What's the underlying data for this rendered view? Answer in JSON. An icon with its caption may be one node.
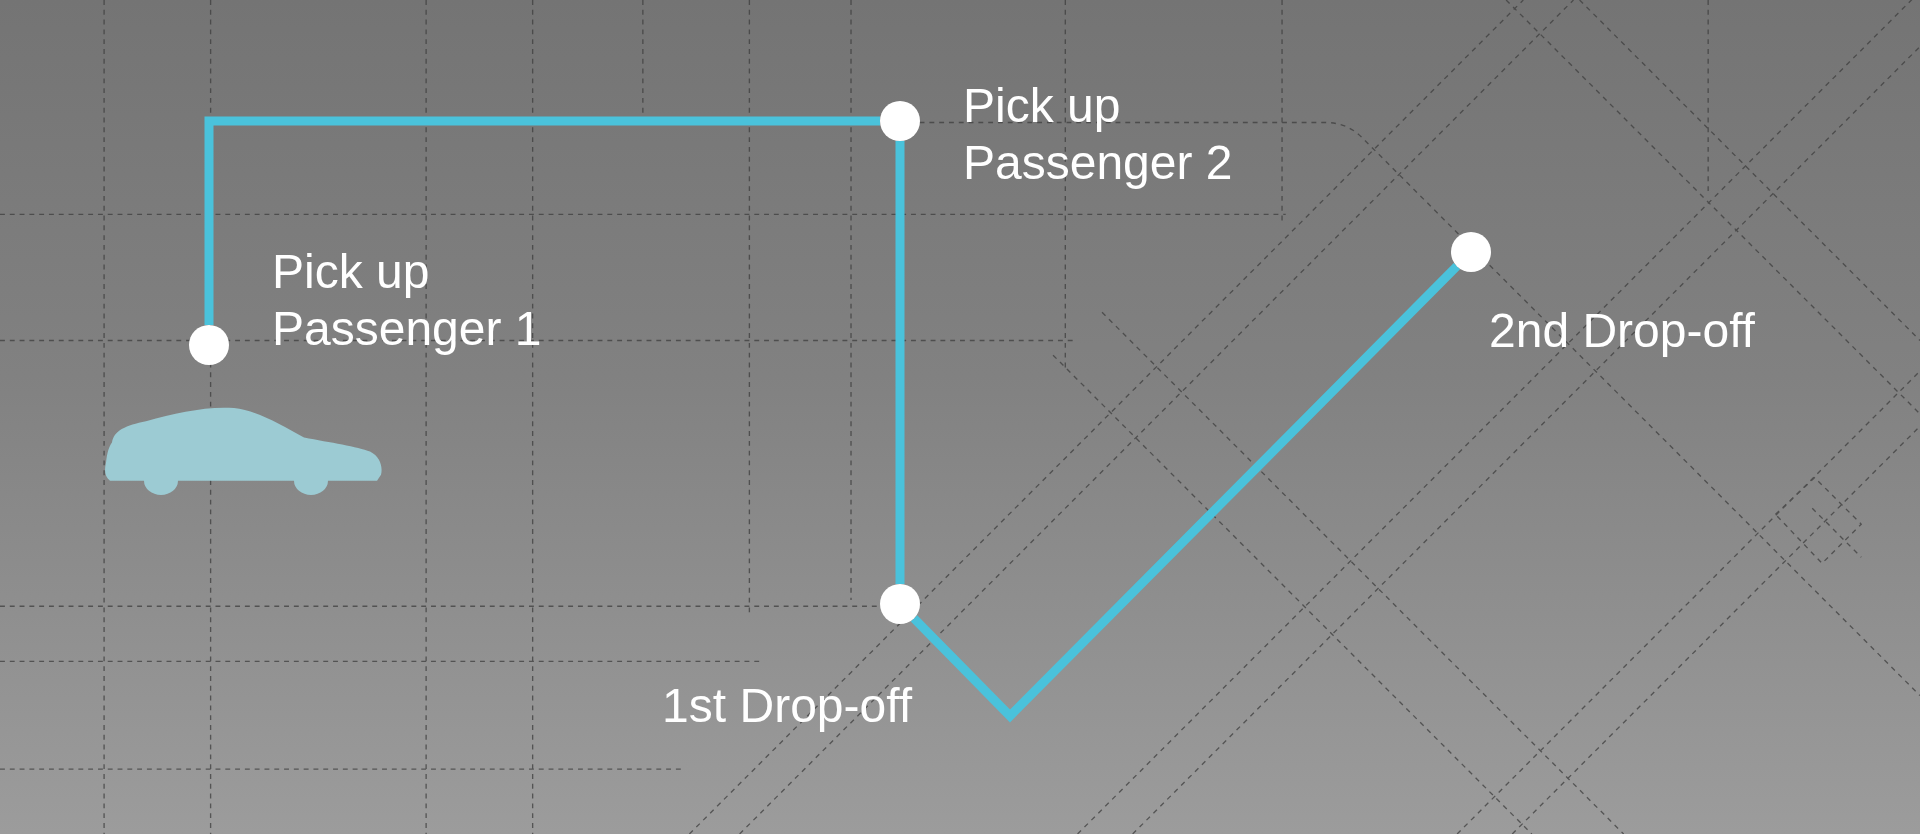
{
  "diagram": {
    "nodes": [
      {
        "text": [],
        "shape": "circle",
        "beside": [
          "Pick up Passenger 1"
        ]
      },
      {
        "text": [],
        "shape": "circle",
        "beside": [
          "Pick up Passenger 2"
        ]
      },
      {
        "text": [],
        "shape": "circle",
        "beside": [
          "1st Drop-off"
        ]
      },
      {
        "text": [],
        "shape": "circle",
        "beside": [
          "2nd Drop-off"
        ]
      }
    ],
    "edges": [
      {
        "from": 0,
        "to": 1,
        "arrow": "none"
      },
      {
        "from": 1,
        "to": 2,
        "arrow": "none"
      },
      {
        "from": 2,
        "to": 3,
        "arrow": "none"
      }
    ]
  }
}
